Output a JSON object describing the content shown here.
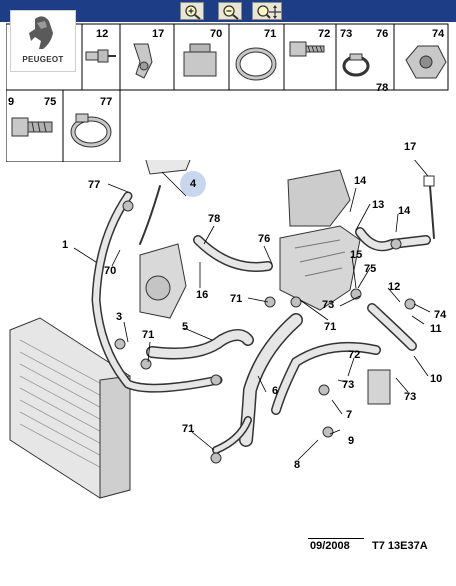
{
  "logo": {
    "brand": "PEUGEOT"
  },
  "toolbar": {
    "buttons": [
      {
        "icon": "zoom-in-icon"
      },
      {
        "icon": "zoom-out-icon"
      },
      {
        "icon": "zoom-fit-icon"
      }
    ],
    "bg_color": "#1d3d86"
  },
  "parts_legend": {
    "row1": [
      {
        "ref": "12"
      },
      {
        "ref": "17"
      },
      {
        "ref": "70"
      },
      {
        "ref": "71"
      },
      {
        "ref": "72"
      },
      {
        "ref": "73"
      },
      {
        "ref": "76"
      },
      {
        "ref": "78"
      },
      {
        "ref": "74"
      }
    ],
    "row2": [
      {
        "ref": "9"
      },
      {
        "ref": "75"
      },
      {
        "ref": "77"
      }
    ]
  },
  "callouts": {
    "c1": "1",
    "c3": "3",
    "c4": "4",
    "c5": "5",
    "c6": "6",
    "c7": "7",
    "c8": "8",
    "c9": "9",
    "c10": "10",
    "c11": "11",
    "c12": "12",
    "c13": "13",
    "c14a": "14",
    "c14b": "14",
    "c15": "15",
    "c16": "16",
    "c17": "17",
    "c70": "70",
    "c71a": "71",
    "c71b": "71",
    "c71c": "71",
    "c71d": "71",
    "c72": "72",
    "c73a": "73",
    "c73b": "73",
    "c73c": "73",
    "c74": "74",
    "c75": "75",
    "c76": "76",
    "c77": "77",
    "c78": "78"
  },
  "footer": {
    "date": "09/2008",
    "code": "T7 13E37A"
  },
  "colors": {
    "highlight_badge": "#c9d7ee",
    "line": "#000000"
  }
}
